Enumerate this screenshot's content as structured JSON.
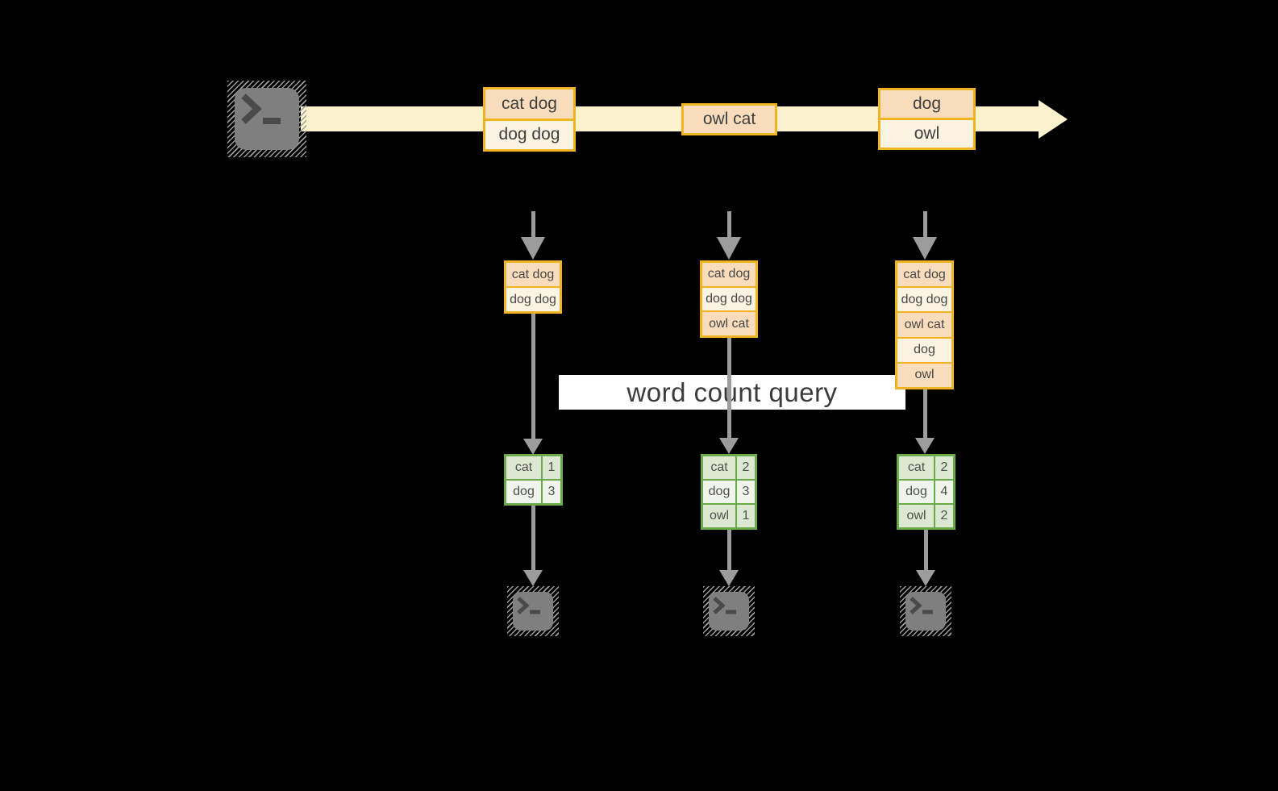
{
  "stream": {
    "source_icon": "terminal-icon",
    "batches": [
      {
        "rows": [
          "cat dog",
          "dog dog"
        ]
      },
      {
        "rows": [
          "owl cat"
        ]
      },
      {
        "rows": [
          "dog",
          "owl"
        ]
      }
    ]
  },
  "query": {
    "label": "word count query"
  },
  "columns": [
    {
      "inputs": [
        "cat dog",
        "dog dog"
      ],
      "counts": [
        {
          "word": "cat",
          "value": "1"
        },
        {
          "word": "dog",
          "value": "3"
        }
      ],
      "sink_icon": "terminal-icon"
    },
    {
      "inputs": [
        "cat dog",
        "dog dog",
        "owl cat"
      ],
      "counts": [
        {
          "word": "cat",
          "value": "2"
        },
        {
          "word": "dog",
          "value": "3"
        },
        {
          "word": "owl",
          "value": "1"
        }
      ],
      "sink_icon": "terminal-icon"
    },
    {
      "inputs": [
        "cat dog",
        "dog dog",
        "owl cat",
        "dog",
        "owl"
      ],
      "counts": [
        {
          "word": "cat",
          "value": "2"
        },
        {
          "word": "dog",
          "value": "4"
        },
        {
          "word": "owl",
          "value": "2"
        }
      ],
      "sink_icon": "terminal-icon"
    }
  ],
  "colors": {
    "background": "#000000",
    "stream_band": "#fcf2cd",
    "box_border": "#f0b422",
    "box_fill_dark": "#f8dcbc",
    "box_fill_light": "#fdf3e3",
    "green_border": "#6aaa4b",
    "green_cell_dark": "#dde8d2",
    "green_cell_light": "#f0f4eb",
    "arrow_gray": "#9c9c9c",
    "terminal_gray": "#7f7f7f",
    "query_banner_bg": "#ffffff",
    "text_dark": "#3f3f3f"
  }
}
